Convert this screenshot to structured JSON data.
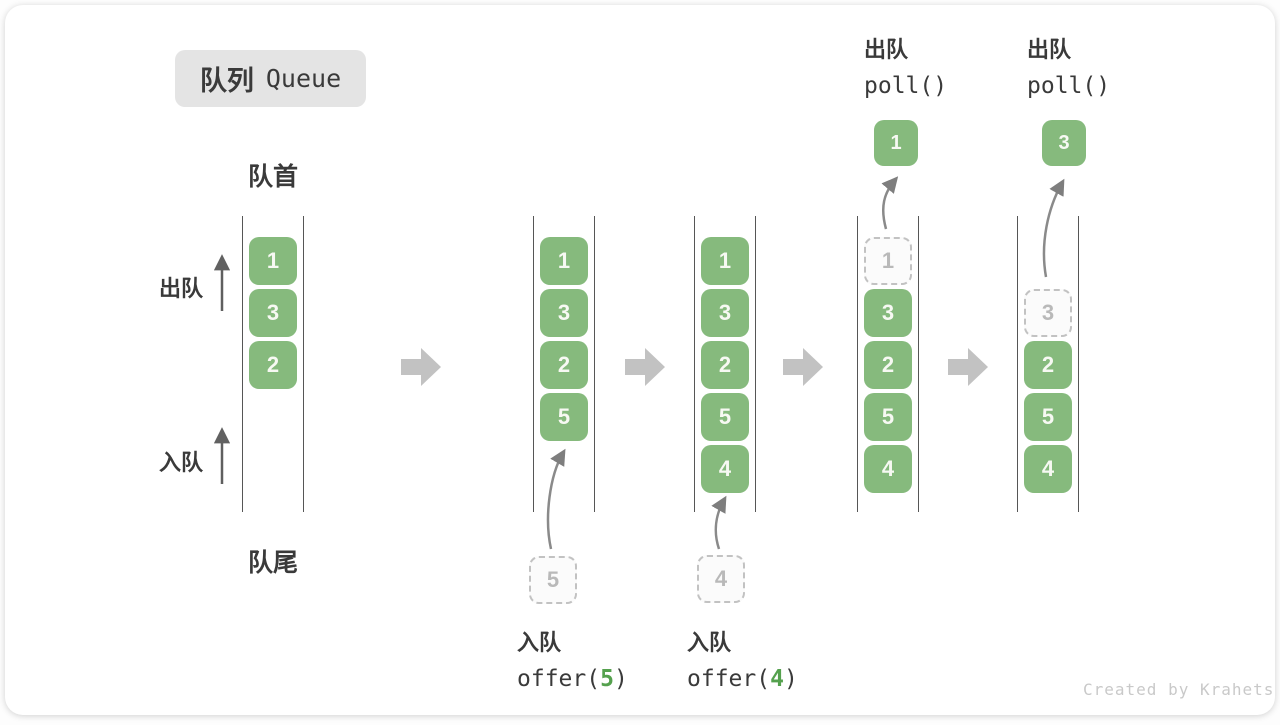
{
  "title": {
    "zh": "队列",
    "en": "Queue"
  },
  "labels": {
    "front": "队首",
    "rear": "队尾",
    "dequeue": "出队",
    "enqueue": "入队"
  },
  "ops": {
    "offer5": {
      "label": "入队",
      "fn": "offer(",
      "arg": "5",
      "close": ")"
    },
    "offer4": {
      "label": "入队",
      "fn": "offer(",
      "arg": "4",
      "close": ")"
    },
    "poll1": {
      "label": "出队",
      "code": "poll()"
    },
    "poll2": {
      "label": "出队",
      "code": "poll()"
    }
  },
  "queues": {
    "q1": {
      "boxes": [
        "1",
        "3",
        "2"
      ]
    },
    "q2": {
      "boxes": [
        "1",
        "3",
        "2",
        "5"
      ],
      "incoming": "5"
    },
    "q3": {
      "boxes": [
        "1",
        "3",
        "2",
        "5",
        "4"
      ],
      "incoming": "4"
    },
    "q4": {
      "ghost": "1",
      "boxes": [
        "3",
        "2",
        "5",
        "4"
      ],
      "popped": "1"
    },
    "q5": {
      "ghost": "3",
      "boxes": [
        "2",
        "5",
        "4"
      ],
      "popped": "3"
    }
  },
  "watermark": "Created by Krahets",
  "colors": {
    "box_green": "#86BA7D",
    "arg_green": "#55A14E",
    "flow_arrow_gray": "#C2C2C2",
    "ghost_gray": "#B9B9B9",
    "wall_gray": "#565656",
    "badge_bg": "#E4E4E4",
    "text_dark": "#3A3A3A",
    "watermark_gray": "#C9C9C9"
  }
}
